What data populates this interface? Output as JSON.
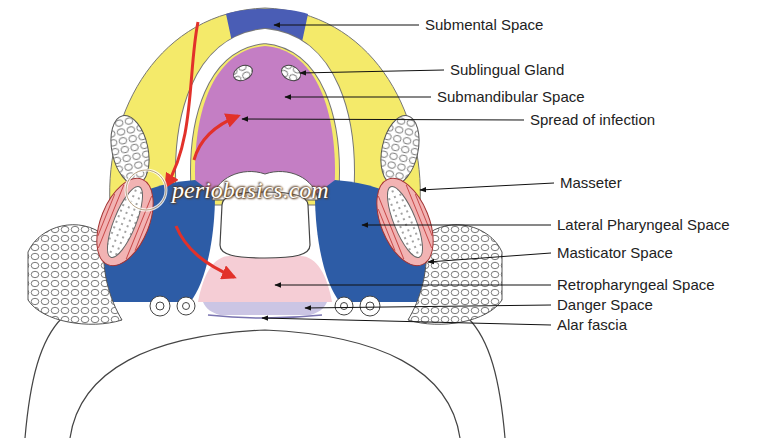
{
  "diagram": {
    "labels": [
      "Submental Space",
      "Sublingual Gland",
      "Submandibular Space",
      "Spread of infection",
      "Masseter",
      "periobasics.com",
      "Lateral Pharyngeal Space",
      "Masticator Space",
      "Retropharyngeal Space",
      "Danger Space",
      "Alar fascia"
    ]
  }
}
